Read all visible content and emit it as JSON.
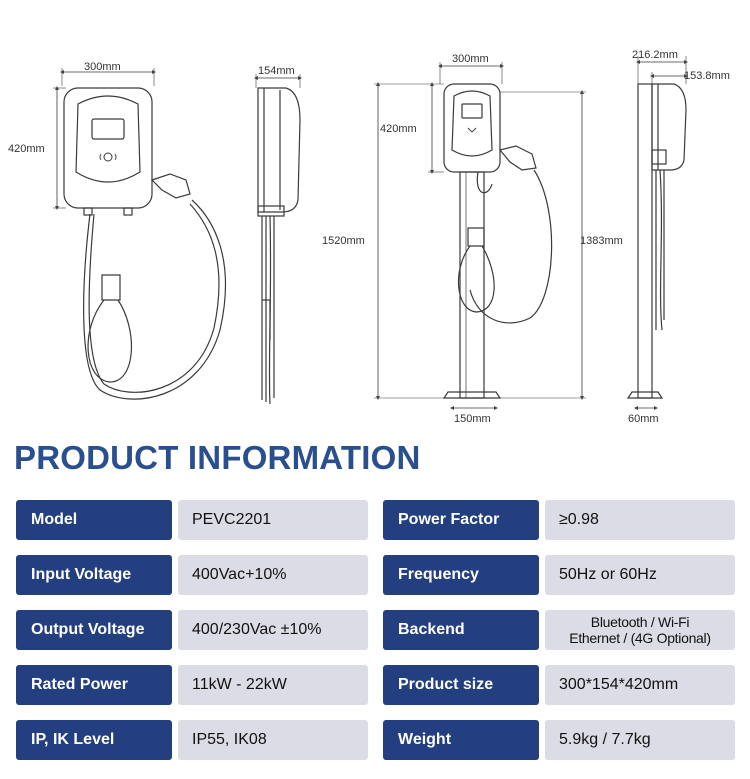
{
  "dimensions": {
    "front_width": "300mm",
    "front_height": "420mm",
    "side_depth": "154mm",
    "pedestal_width": "300mm",
    "pedestal_unit_height": "420mm",
    "pedestal_total_height": "1520mm",
    "pedestal_mount_height": "1383mm",
    "pedestal_base_width": "150mm",
    "pedestal_side_depth_total": "216.2mm",
    "pedestal_side_depth_unit": "153.8mm",
    "pedestal_side_base": "60mm"
  },
  "title": "PRODUCT INFORMATION",
  "specs": {
    "left": [
      {
        "label": "Model",
        "value": "PEVC2201"
      },
      {
        "label": "Input Voltage",
        "value": "400Vac+10%"
      },
      {
        "label": "Output Voltage",
        "value": "400/230Vac ±10%"
      },
      {
        "label": "Rated Power",
        "value": "11kW - 22kW"
      },
      {
        "label": "IP, IK Level",
        "value": "IP55, IK08"
      }
    ],
    "right": [
      {
        "label": "Power Factor",
        "value": "≥0.98"
      },
      {
        "label": "Frequency",
        "value": "50Hz or 60Hz"
      },
      {
        "label": "Backend",
        "value_line1": "Bluetooth / Wi-Fi",
        "value_line2": "Ethernet / (4G Optional)"
      },
      {
        "label": "Product size",
        "value": "300*154*420mm"
      },
      {
        "label": "Weight",
        "value": "5.9kg / 7.7kg"
      }
    ]
  },
  "colors": {
    "title": "#2a4f8f",
    "label_bg": "#233f80",
    "value_bg": "#dcdce6",
    "line": "#3a3a3a"
  }
}
